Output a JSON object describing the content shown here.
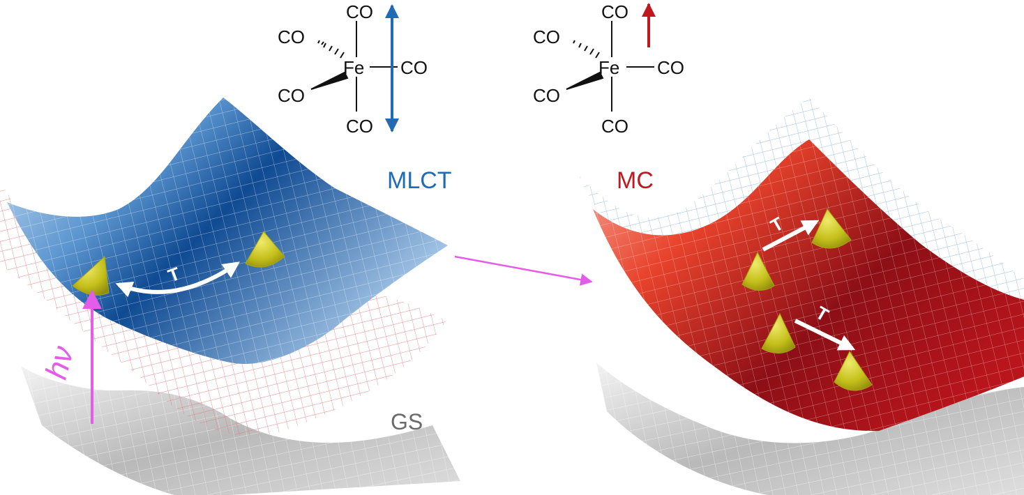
{
  "molecule_left": {
    "metal": "Fe",
    "ligands": {
      "top": "CO",
      "bottom": "CO",
      "right": "CO",
      "hash": "CO",
      "wedge": "CO"
    }
  },
  "molecule_right": {
    "metal": "Fe",
    "ligands": {
      "top": "CO",
      "bottom": "CO",
      "right": "CO",
      "hash": "CO",
      "wedge": "CO"
    }
  },
  "labels": {
    "mlct": "MLCT",
    "mc": "MC",
    "gs": "GS",
    "photon": "hν",
    "tau_left": "T",
    "tau_right_top": "T",
    "tau_right_bottom": "T"
  },
  "colors": {
    "mlct": "#1f6bb5",
    "mc": "#c0181f",
    "gs": "#6a6a6a",
    "photon": "#e45de8",
    "transfer_arrow": "#e45de8",
    "wavepacket": "#c9c51e",
    "dissociation_arrow": "#1f6bb5",
    "mc_vector_arrow": "#c0181f"
  }
}
